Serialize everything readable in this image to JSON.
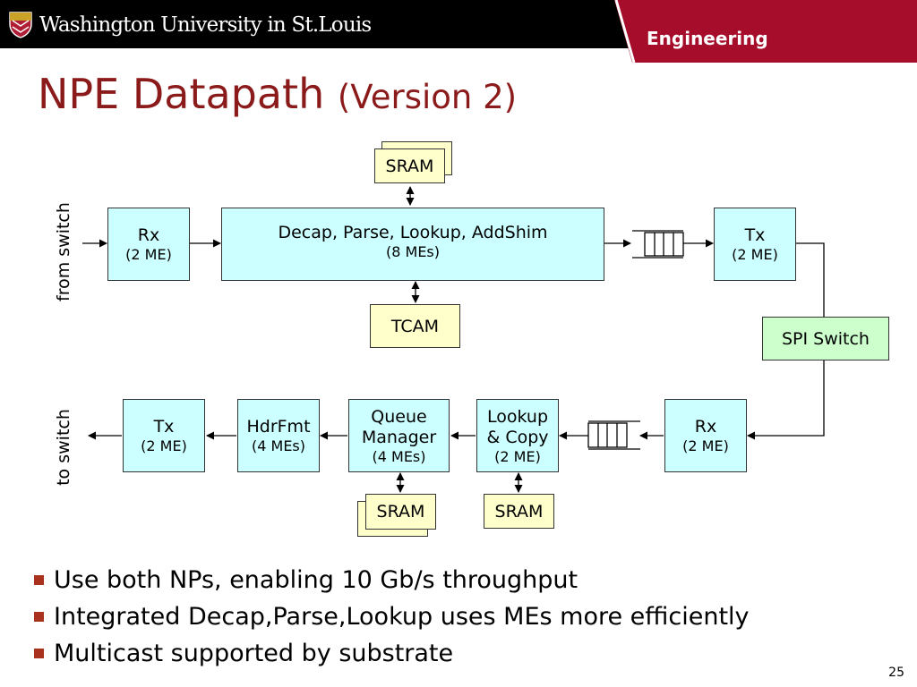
{
  "header": {
    "university": "Washington University in St.Louis",
    "school": "Engineering"
  },
  "title": {
    "main": "NPE Datapath",
    "sub": "(Version 2)"
  },
  "labels": {
    "from_switch": "from switch",
    "to_switch": "to switch"
  },
  "blocks": {
    "sram_top": "SRAM",
    "rx_in": {
      "name": "Rx",
      "detail": "(2 ME)"
    },
    "decap": {
      "name": "Decap, Parse, Lookup, AddShim",
      "detail": "(8 MEs)"
    },
    "tx_out": {
      "name": "Tx",
      "detail": "(2 ME)"
    },
    "tcam": "TCAM",
    "spi_switch": "SPI Switch",
    "tx_bottom": {
      "name": "Tx",
      "detail": "(2 ME)"
    },
    "hdrfmt": {
      "name": "HdrFmt",
      "detail": "(4 MEs)"
    },
    "queue_manager": {
      "line1": "Queue",
      "line2": "Manager",
      "detail": "(4 MEs)"
    },
    "lookup_copy": {
      "line1": "Lookup",
      "line2": "& Copy",
      "detail": "(2 ME)"
    },
    "rx_bottom": {
      "name": "Rx",
      "detail": "(2 ME)"
    },
    "sram_qm": "SRAM",
    "sram_lc": "SRAM"
  },
  "bullets": [
    "Use both NPs, enabling 10 Gb/s throughput",
    "Integrated Decap,Parse,Lookup uses MEs more efficiently",
    "Multicast supported by substrate"
  ],
  "page_number": "25",
  "colors": {
    "title": "#8b1a1a",
    "header_bar": "#000000",
    "engineering_tab": "#a50d2a",
    "bullet": "#a8321e",
    "block_blue": "#ccffff",
    "block_yellow": "#ffffcc",
    "block_green": "#ccffcc"
  },
  "icons": [
    "university-shield-icon",
    "queue-icon",
    "arrow-icon"
  ]
}
